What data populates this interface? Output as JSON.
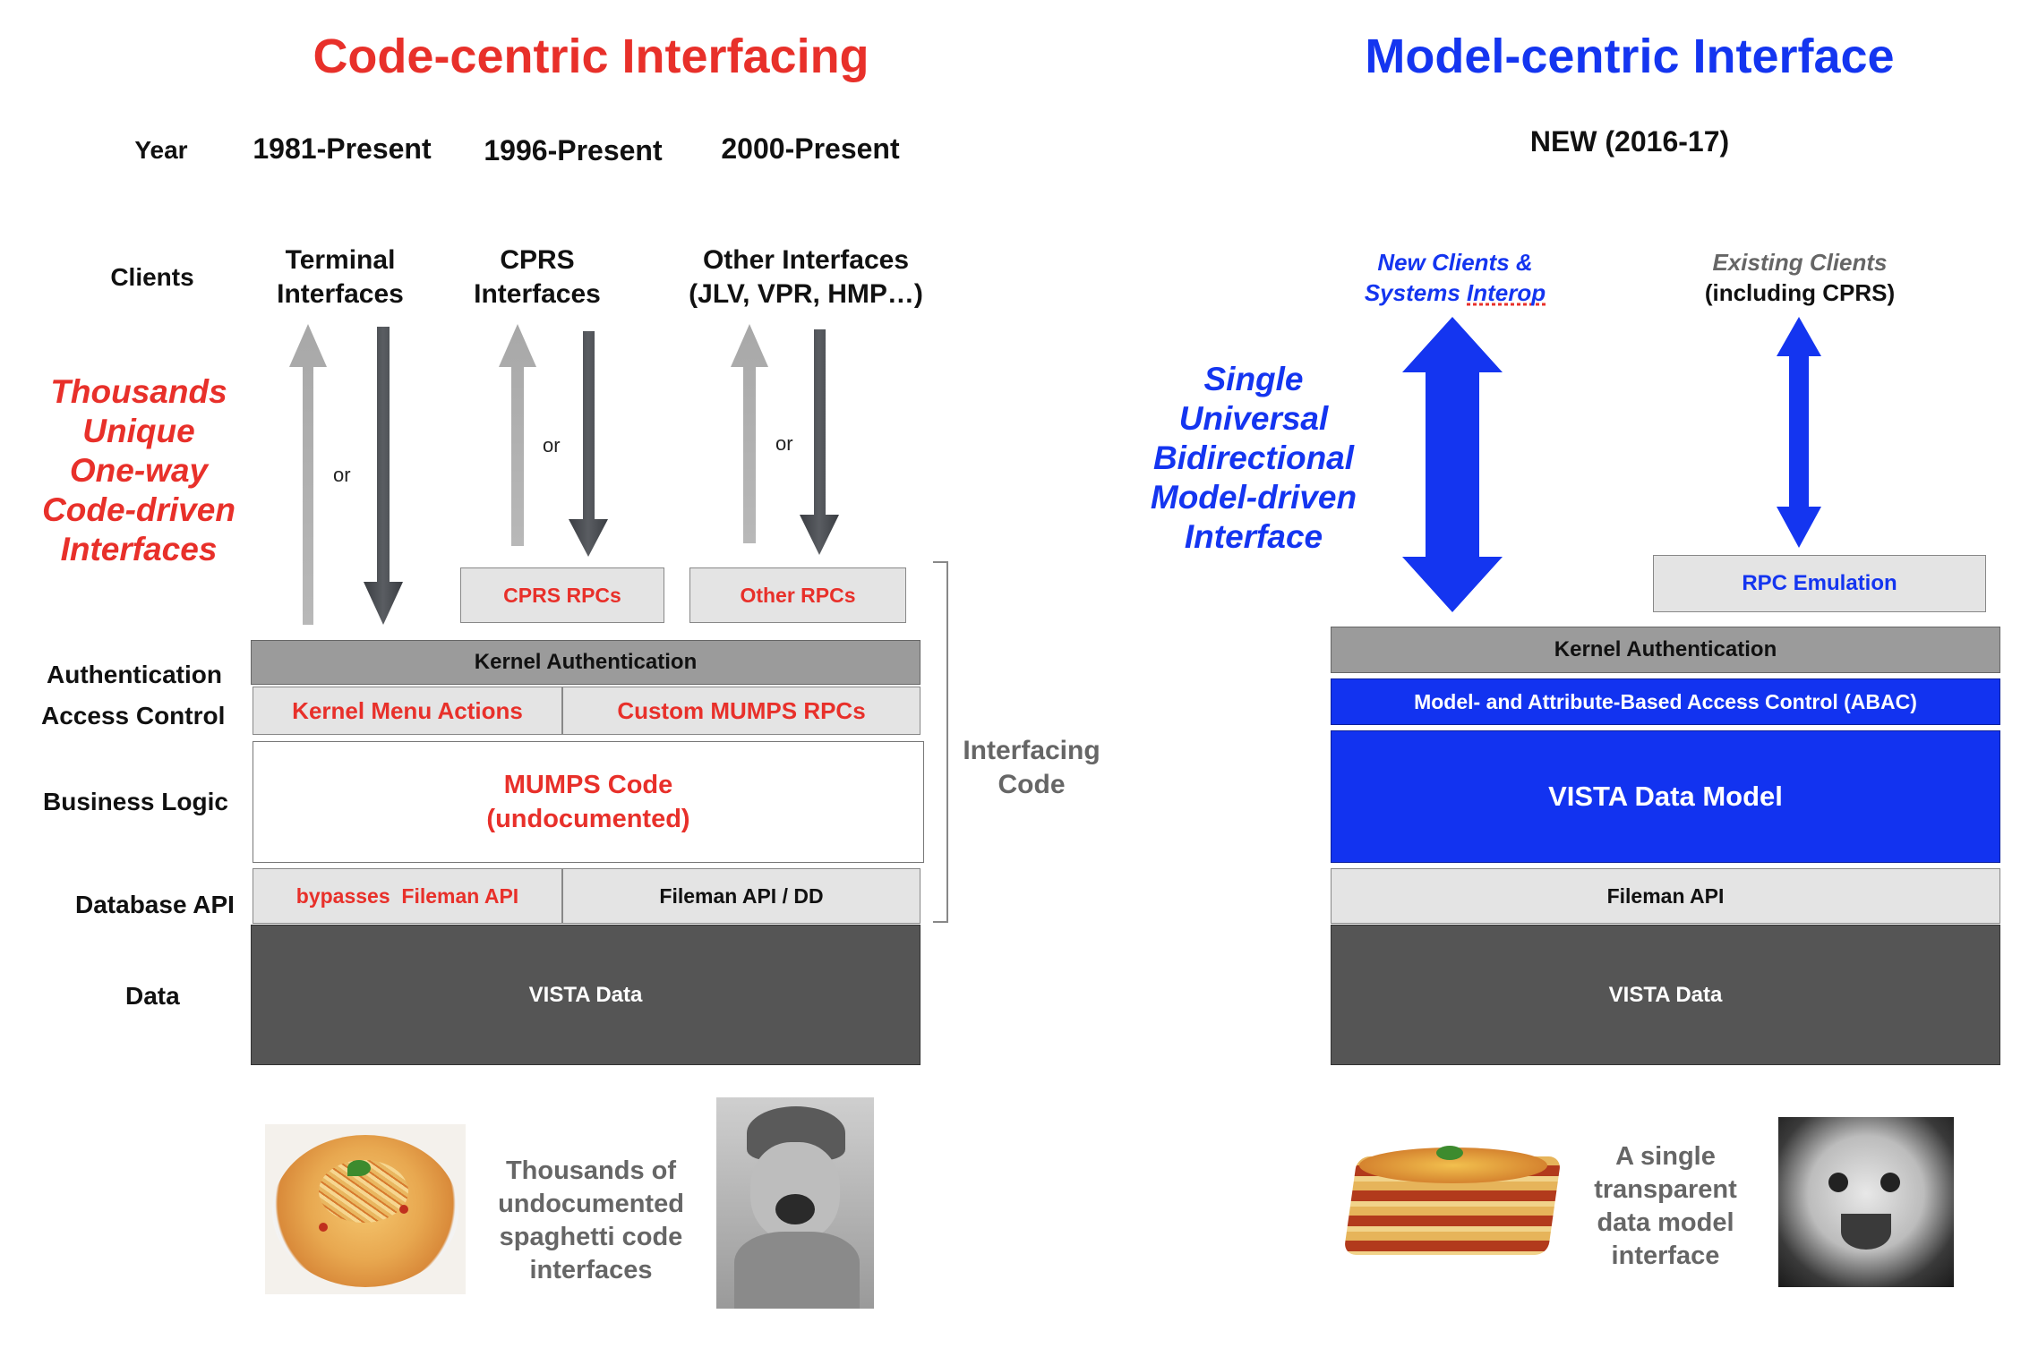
{
  "left": {
    "title": "Code-centric Interfacing",
    "row_labels": {
      "year": "Year",
      "clients": "Clients",
      "authentication": "Authentication",
      "access_control": "Access Control",
      "business_logic": "Business Logic",
      "database_api": "Database API",
      "data": "Data"
    },
    "years": [
      "1981-Present",
      "1996-Present",
      "2000-Present"
    ],
    "clients": [
      [
        "Terminal",
        "Interfaces"
      ],
      [
        "CPRS",
        "Interfaces"
      ],
      [
        "Other Interfaces",
        "(JLV, VPR, HMP…)"
      ]
    ],
    "or_label": "or",
    "side_note": [
      "Thousands",
      "Unique",
      "One-way",
      "Code-driven",
      "Interfaces"
    ],
    "cprs_rpcs": "CPRS RPCs",
    "other_rpcs": "Other RPCs",
    "kernel_auth": "Kernel Authentication",
    "kernel_menu": "Kernel Menu Actions",
    "custom_mumps": "Custom MUMPS RPCs",
    "mumps_code": [
      "MUMPS Code",
      "(undocumented)"
    ],
    "bypasses": "bypasses  Fileman API",
    "fileman_dd": "Fileman API / DD",
    "vista_data": "VISTA Data",
    "interfacing_code": [
      "Interfacing",
      "Code"
    ],
    "caption": [
      "Thousands of",
      "undocumented",
      "spaghetti code",
      "interfaces"
    ]
  },
  "right": {
    "title": "Model-centric Interface",
    "year": "NEW (2016-17)",
    "new_clients": [
      "New Clients &",
      "Systems Interop"
    ],
    "existing_clients": [
      "Existing Clients",
      "(including CPRS)"
    ],
    "side_note": [
      "Single",
      "Universal",
      "Bidirectional",
      "Model-driven",
      "Interface"
    ],
    "rpc_emulation": "RPC Emulation",
    "kernel_auth": "Kernel Authentication",
    "abac": "Model- and Attribute-Based Access Control (ABAC)",
    "data_model": "VISTA Data Model",
    "fileman_api": "Fileman API",
    "vista_data": "VISTA Data",
    "caption": [
      "A single",
      "transparent",
      "data model",
      "interface"
    ]
  },
  "colors": {
    "red": "#e8302a",
    "blue": "#1435f0",
    "dark_layer": "#555555",
    "gray_layer": "#9b9b9b",
    "light_layer": "#e4e4e4"
  }
}
